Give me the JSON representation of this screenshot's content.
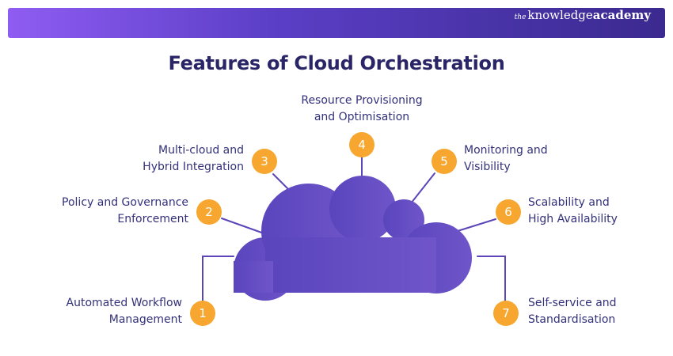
{
  "brand": {
    "prefix": "the",
    "name": "knowledge",
    "suffix": "academy"
  },
  "title": "Features of Cloud Orchestration",
  "features": [
    {
      "number": "1",
      "line1": "Automated Workflow",
      "line2": "Management"
    },
    {
      "number": "2",
      "line1": "Policy and Governance",
      "line2": "Enforcement"
    },
    {
      "number": "3",
      "line1": "Multi-cloud and",
      "line2": "Hybrid Integration"
    },
    {
      "number": "4",
      "line1": "Resource Provisioning",
      "line2": "and Optimisation"
    },
    {
      "number": "5",
      "line1": "Monitoring and",
      "line2": "Visibility"
    },
    {
      "number": "6",
      "line1": "Scalability and",
      "line2": "High Availability"
    },
    {
      "number": "7",
      "line1": "Self-service and",
      "line2": "Standardisation"
    }
  ],
  "colors": {
    "cloud_start": "#5a45bd",
    "cloud_end": "#6d53c8",
    "badge": "#f7a72f",
    "line": "#5b45b8",
    "text": "#33317a",
    "title": "#2a2566"
  }
}
